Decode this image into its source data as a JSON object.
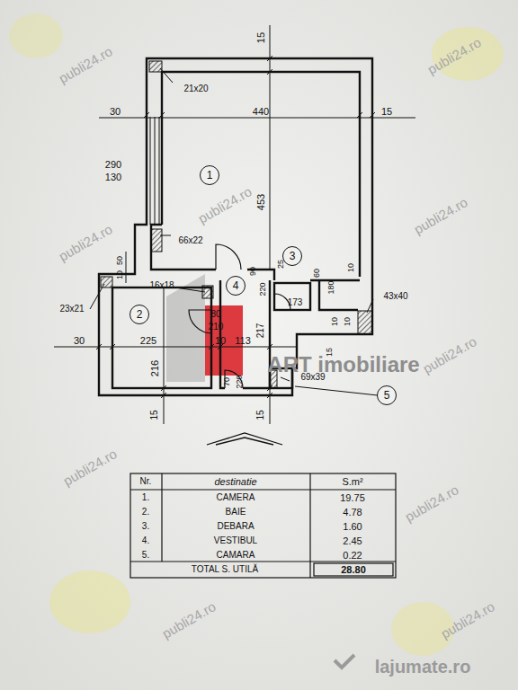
{
  "diagram": {
    "nodes": [
      {
        "text": [
          "1"
        ]
      },
      {
        "text": [
          "2"
        ]
      },
      {
        "text": [
          "3"
        ]
      },
      {
        "text": [
          "4"
        ]
      },
      {
        "text": [
          "5"
        ]
      }
    ],
    "labels": [
      "15",
      "21x20",
      "30",
      "440",
      "15",
      "290",
      "130",
      "453",
      "66x22",
      "50",
      "10",
      "23x21",
      "16x18",
      "90",
      "220",
      "25",
      "60",
      "180",
      "173",
      "10",
      "43x40",
      "80",
      "210",
      "217",
      "10",
      "10",
      "15",
      "30",
      "225",
      "10",
      "113",
      "216",
      "70",
      "220",
      "15",
      "15",
      "69x39",
      "Nr.",
      "destinatie",
      "S.m²",
      "1.",
      "CAMERA",
      "19.75",
      "2.",
      "BAIE",
      "4.78",
      "3.",
      "DEBARA",
      "1.60",
      "4.",
      "VESTIBUL",
      "2.45",
      "5.",
      "CAMARA",
      "0.22",
      "TOTAL S. UTILĂ",
      "28.80",
      "publi24.ro",
      "publi24.ro",
      "publi24.ro",
      "publi24.ro",
      "publi24.ro",
      "publi24.ro",
      "publi24.ro",
      "publi24.ro",
      "publi24.ro",
      "publi24.ro",
      "ART imobiliare",
      "lajumate.ro"
    ]
  }
}
